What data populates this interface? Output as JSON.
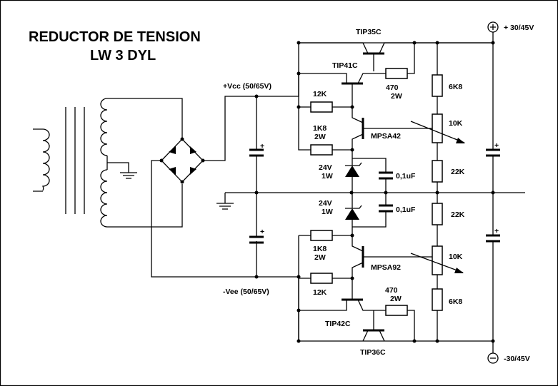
{
  "title": {
    "line1": "REDUCTOR DE TENSION",
    "line2": "LW 3 DYL"
  },
  "labels": {
    "vcc": "+Vcc (50/65V)",
    "vee": "-Vee (50/65V)",
    "out_pos": "+ 30/45V",
    "out_neg": "-30/45V",
    "tip35c": "TIP35C",
    "tip41c": "TIP41C",
    "tip42c": "TIP42C",
    "tip36c": "TIP36C",
    "mpsa42": "MPSA42",
    "mpsa92": "MPSA92",
    "r12k_top": "12K",
    "r12k_bot": "12K",
    "r1k8_top": "1K8",
    "r1k8_top_w": "2W",
    "r1k8_bot": "1K8",
    "r1k8_bot_w": "2W",
    "r470_top": "470",
    "r470_top_w": "2W",
    "r470_bot": "470",
    "r470_bot_w": "2W",
    "r6k8_top": "6K8",
    "r6k8_bot": "6K8",
    "pot10k_top": "10K",
    "pot10k_bot": "10K",
    "r22k_top": "22K",
    "r22k_bot": "22K",
    "z_top_v": "24V",
    "z_top_w": "1W",
    "z_bot_v": "24V",
    "z_bot_w": "1W",
    "c_top": "0,1uF",
    "c_bot": "0,1uF",
    "plus": "+"
  }
}
